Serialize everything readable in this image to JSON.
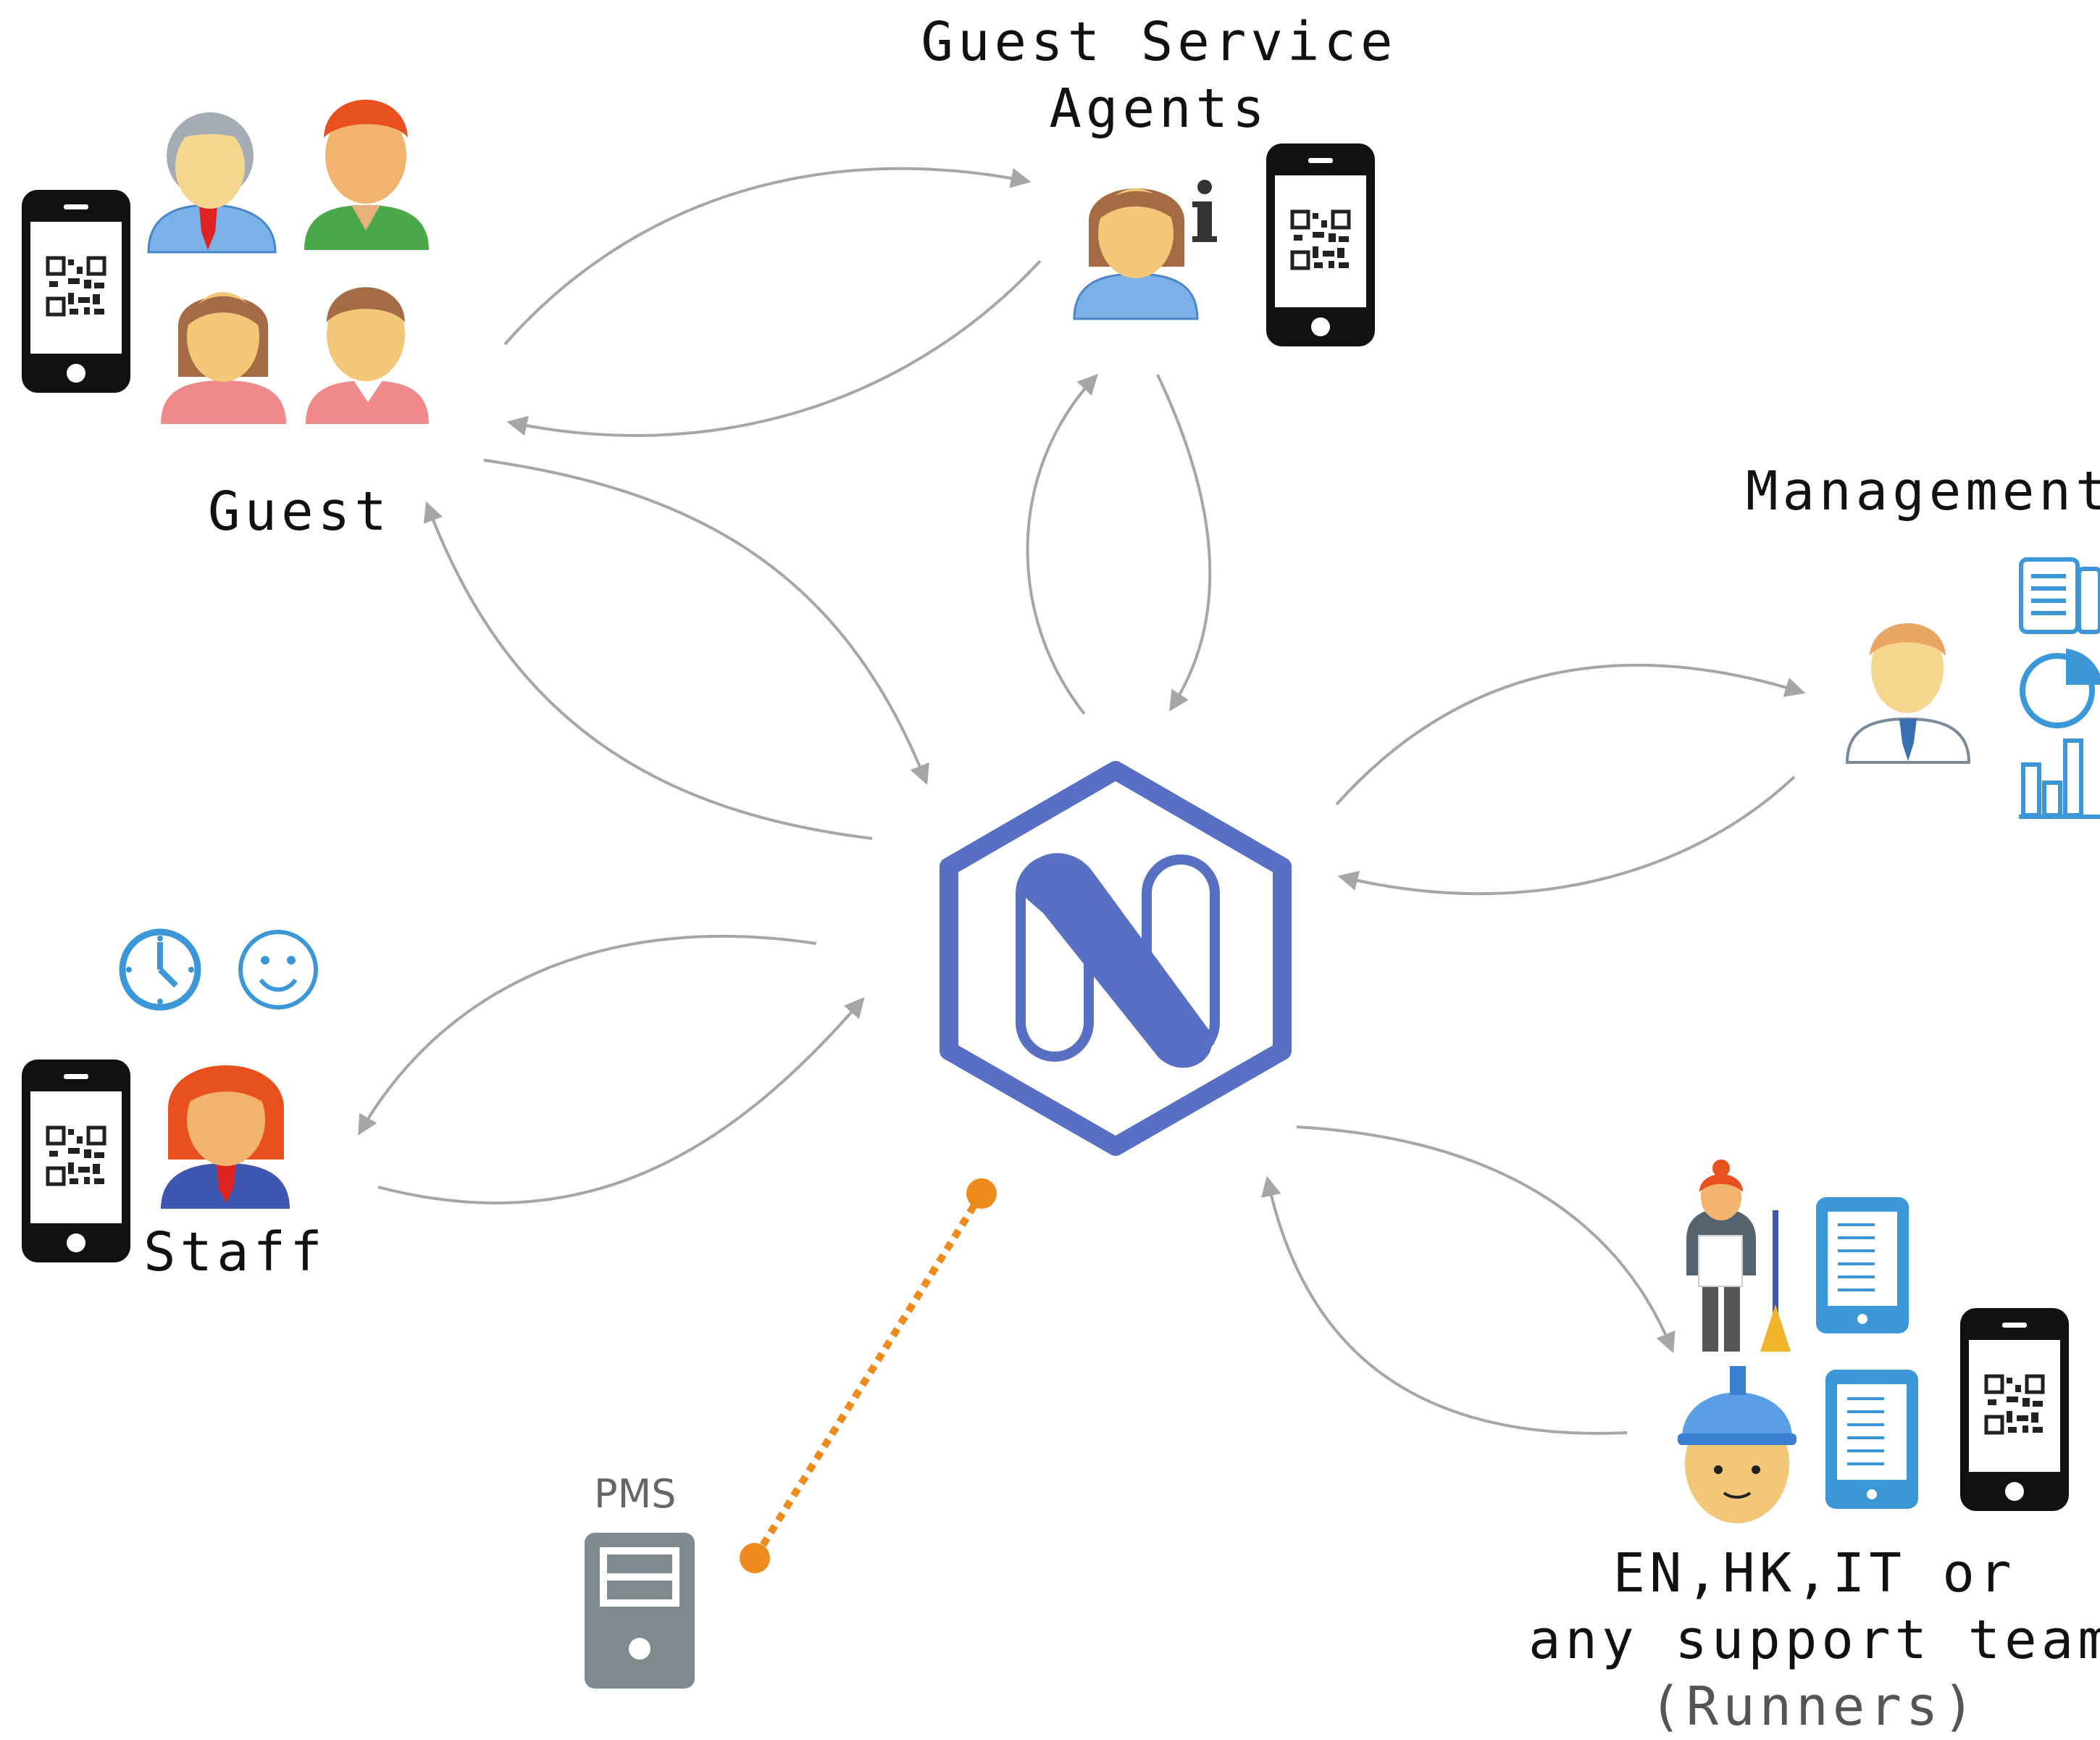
{
  "nodes": {
    "guest": {
      "label": "Guest"
    },
    "agents": {
      "label_line1": "Guest Service",
      "label_line2": "Agents"
    },
    "management": {
      "label": "Management"
    },
    "staff": {
      "label": "Staff"
    },
    "runners": {
      "label_line1": "EN,HK,IT or",
      "label_line2": "any support team",
      "label_line3": "(Runners)"
    },
    "pms": {
      "label": "PMS"
    }
  },
  "hub": {
    "letter": "N",
    "color": "#5870c4"
  },
  "colors": {
    "arrow": "#a6a6a6",
    "pms_link": "#ef8a1c",
    "accent_blue": "#3b97d8",
    "hub_blue": "#5870c4"
  }
}
